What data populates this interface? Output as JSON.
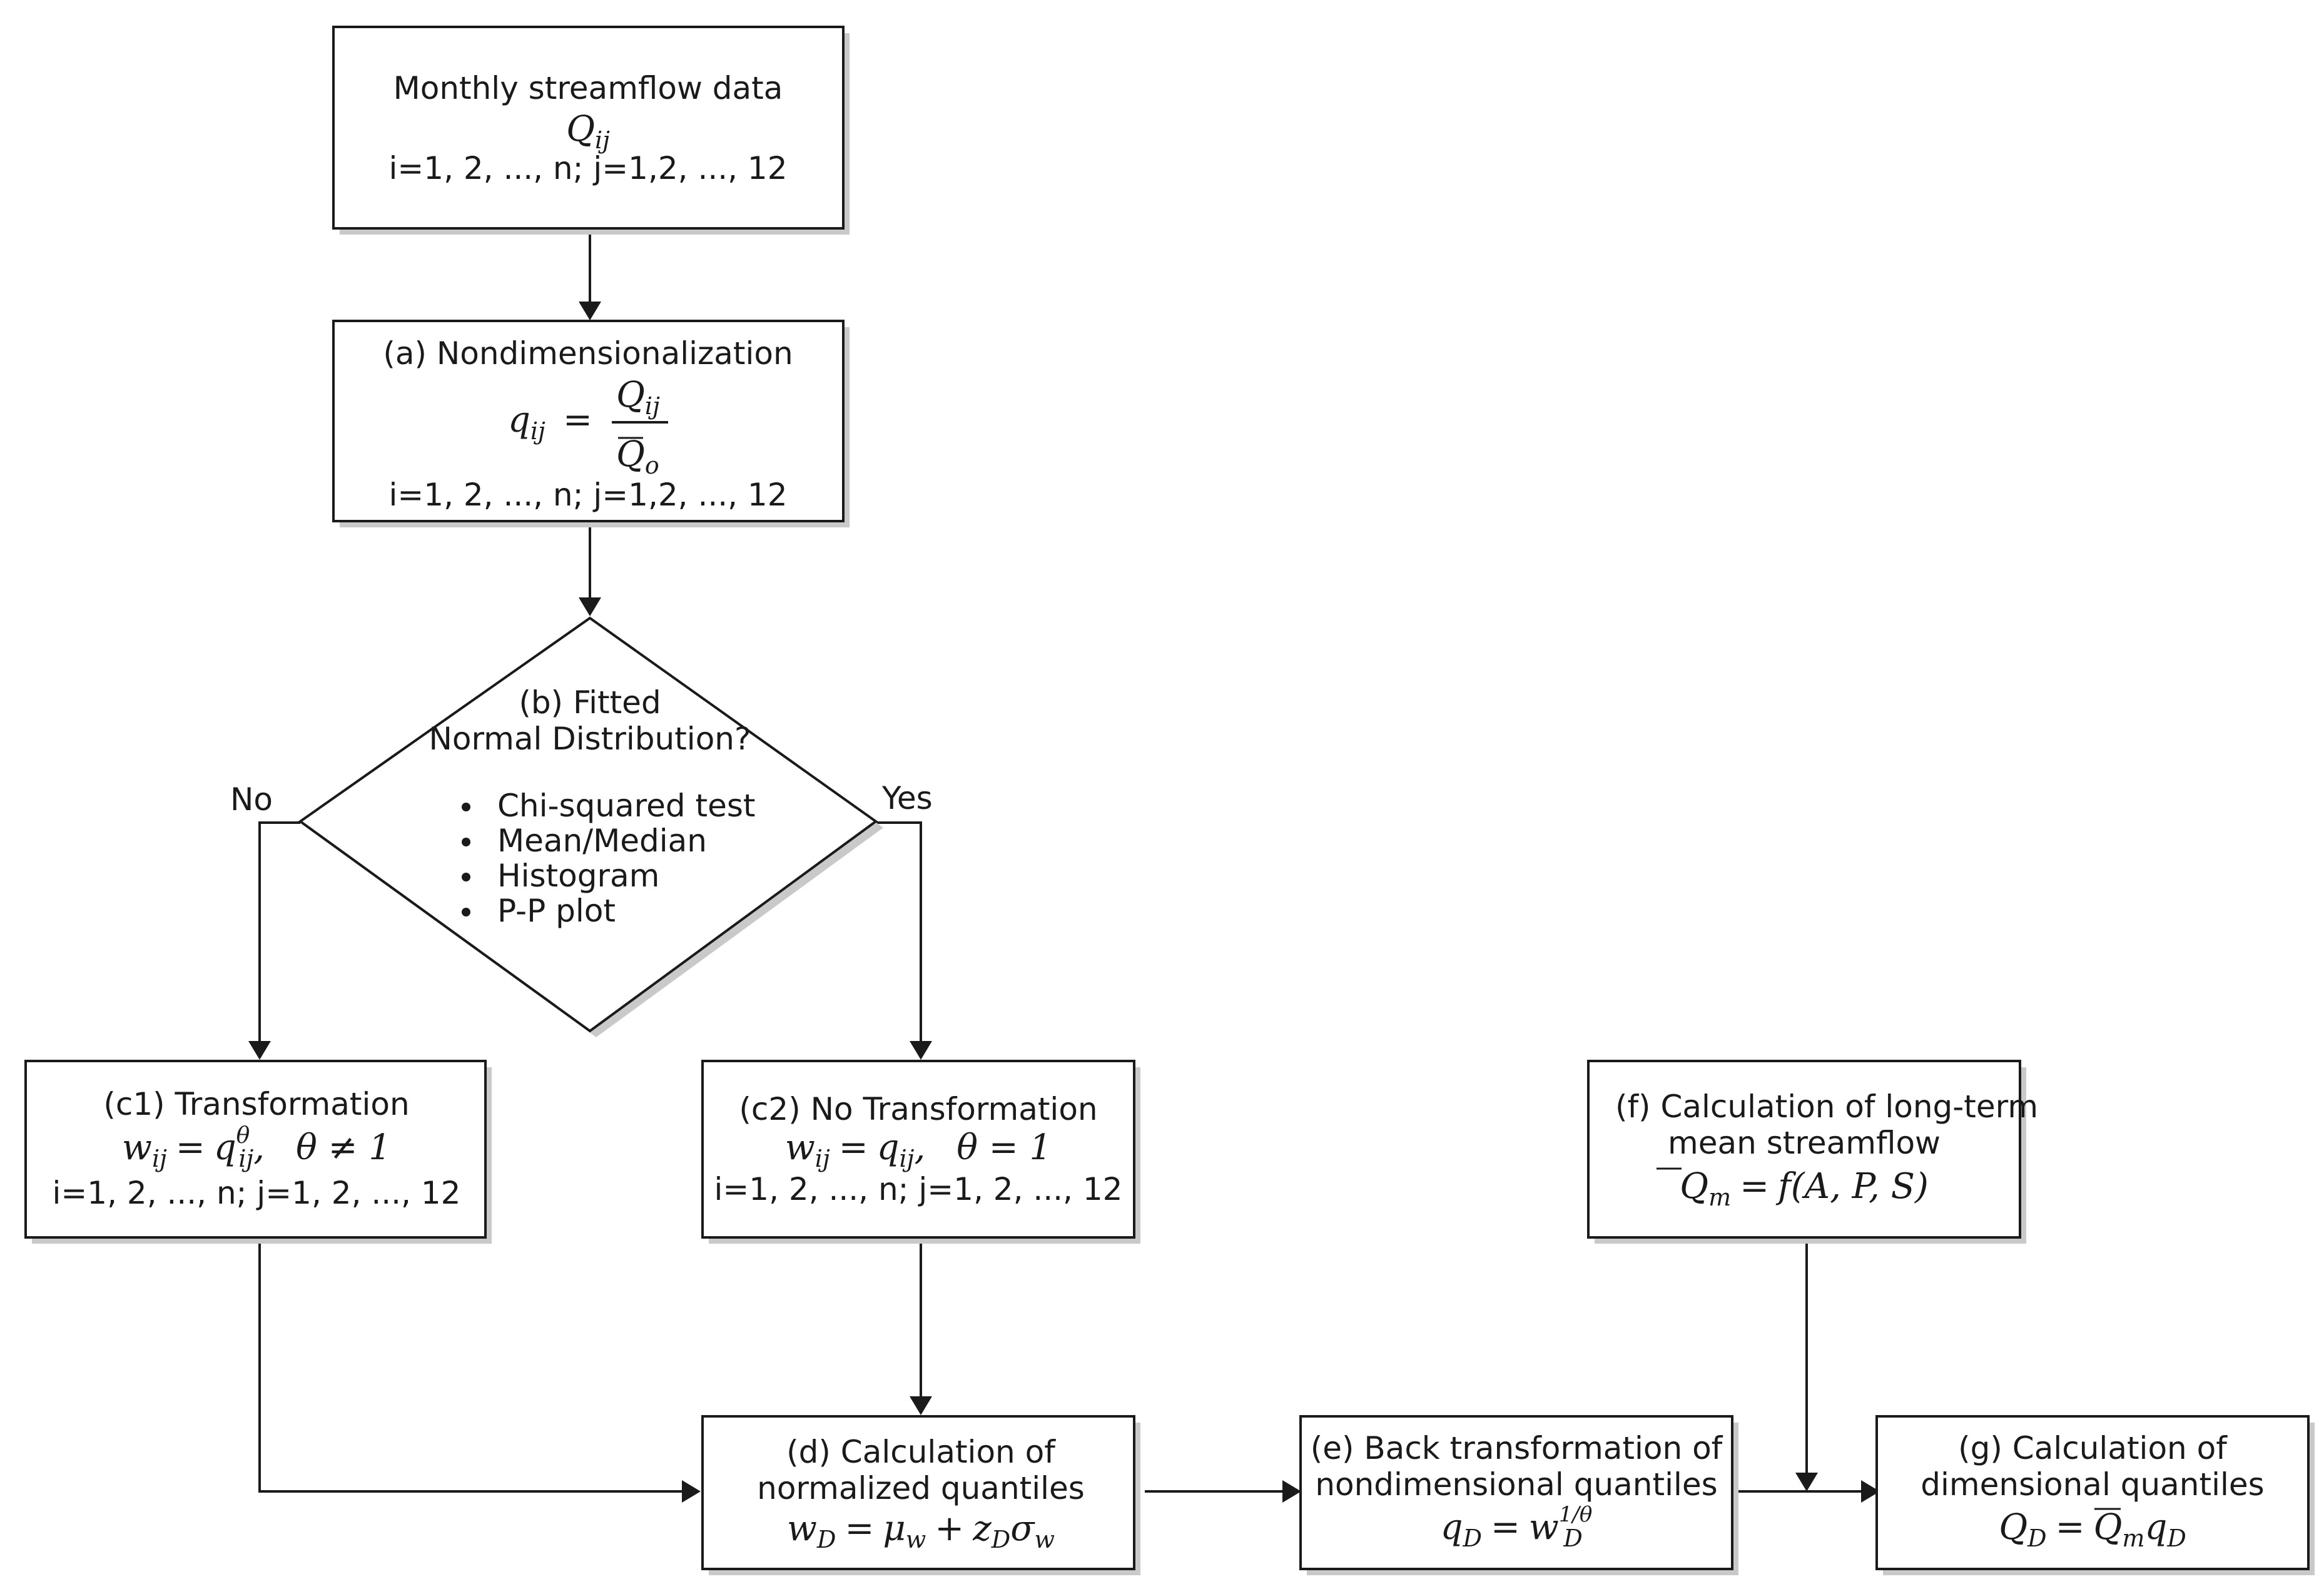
{
  "nodes": {
    "start": {
      "title": "Monthly streamflow data",
      "equation": "Q",
      "equation_sub": "ij",
      "index": "i=1, 2, ..., n; j=1,2, ..., 12"
    },
    "a": {
      "title": "(a) Nondimensionalization",
      "lhs": "q",
      "lhs_sub": "ij",
      "equals": "=",
      "num": "Q",
      "num_sub": "ij",
      "den": "Q",
      "den_sub": "o",
      "index": "i=1, 2, ..., n; j=1,2, ..., 12"
    },
    "b": {
      "title_line1": "(b) Fitted",
      "title_line2": "Normal Distribution?",
      "tests": [
        "Chi-squared test",
        "Mean/Median",
        "Histogram",
        "P-P plot"
      ],
      "no_label": "No",
      "yes_label": "Yes"
    },
    "c1": {
      "title": "(c1) Transformation",
      "w": "w",
      "w_sub": "ij",
      "eq": "=",
      "q": "q",
      "q_sup": "θ",
      "q_sub": "ij",
      "cond": "θ ≠ 1",
      "index": "i=1, 2, ..., n; j=1, 2, ..., 12"
    },
    "c2": {
      "title": "(c2) No Transformation",
      "w": "w",
      "w_sub": "ij",
      "eq": "=",
      "q": "q",
      "q_sub": "ij",
      "cond": "θ = 1",
      "index": "i=1, 2, ..., n; j=1, 2, ..., 12"
    },
    "d": {
      "title_line1": "(d) Calculation of",
      "title_line2": "normalized quantiles",
      "w": "w",
      "w_sub": "D",
      "eq": "=",
      "mu": "μ",
      "mu_sub": "w",
      "plus": "+",
      "z": "z",
      "z_sub": "D",
      "sigma": "σ",
      "sigma_sub": "w"
    },
    "e": {
      "title_line1": "(e) Back transformation of",
      "title_line2": "nondimensional quantiles",
      "q": "q",
      "q_sub": "D",
      "eq": "=",
      "w": "w",
      "w_sub": "D",
      "w_sup": "1/θ"
    },
    "f": {
      "title_line1": "(f) Calculation of long-term",
      "title_line2": "mean streamflow",
      "Q": "Q",
      "Q_sub": "m",
      "eq": "=",
      "rhs": "f(A, P, S)"
    },
    "g": {
      "title_line1": "(g) Calculation of",
      "title_line2": "dimensional quantiles",
      "Q": "Q",
      "Q_sub": "D",
      "eq": "=",
      "Qm": "Q",
      "Qm_sub": "m",
      "q": "q",
      "q_sub": "D"
    }
  },
  "colors": {
    "stroke": "#1a1a1a",
    "shadow": "#c9c9c9",
    "fill": "#ffffff"
  }
}
